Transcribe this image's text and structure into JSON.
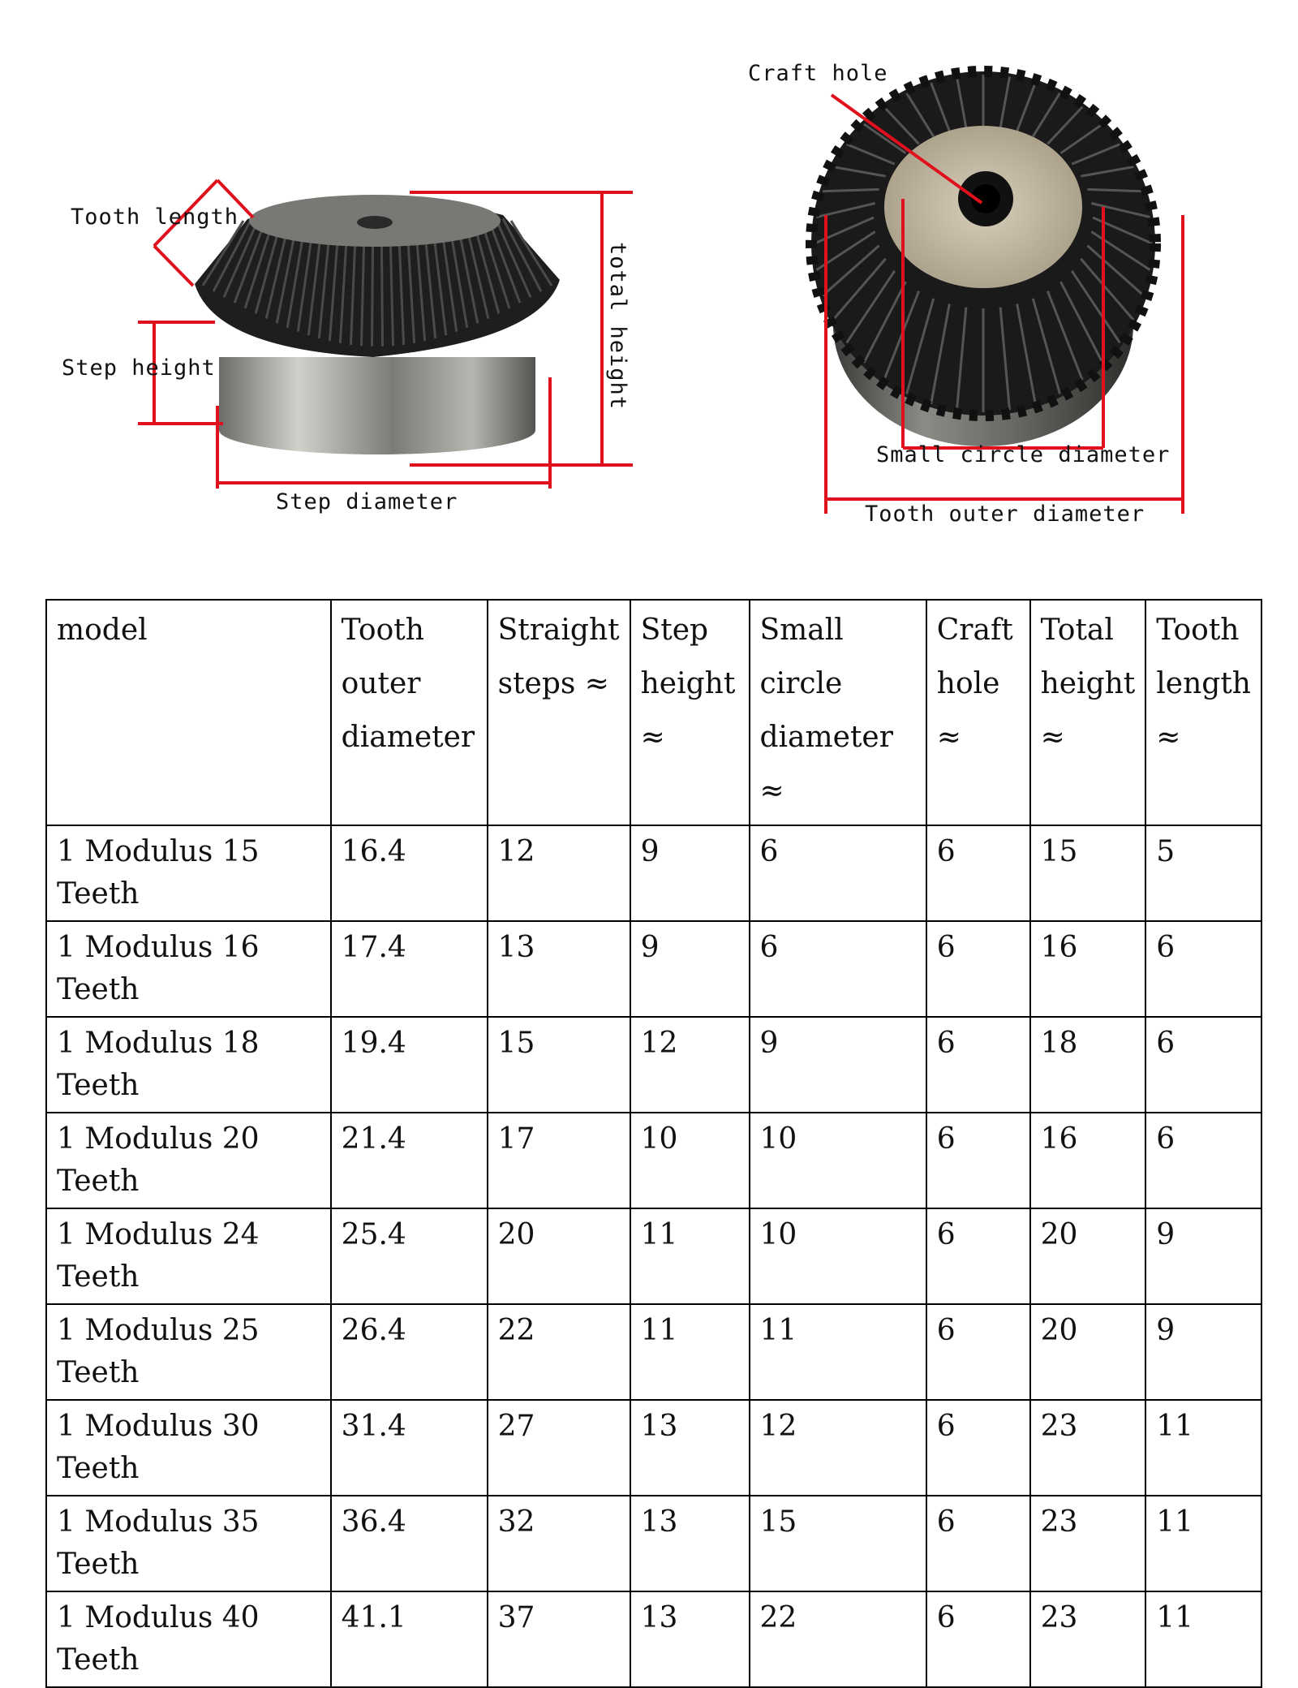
{
  "diagram": {
    "labels": {
      "tooth_length": "Tooth length",
      "step_height": "Step height",
      "total_height": "total height",
      "step_diameter": "Step diameter",
      "craft_hole": "Craft hole",
      "small_circle_diameter": "Small circle diameter",
      "tooth_outer_diameter": "Tooth outer diameter"
    },
    "colors": {
      "dimension_lines": "#e0101c",
      "gear_dark": "#1c1c1c",
      "gear_metal": "#8c8c88",
      "hub_face": "#c9bfa9"
    }
  },
  "table": {
    "headers": [
      "model",
      "Tooth outer diameter",
      "Straight steps ≈",
      "Step height ≈",
      "Small circle diameter ≈",
      "Craft hole ≈",
      "Total height ≈",
      "Tooth length ≈"
    ],
    "rows": [
      [
        "1 Modulus 15 Teeth",
        "16.4",
        "12",
        "9",
        "6",
        "6",
        "15",
        "5"
      ],
      [
        "1 Modulus 16 Teeth",
        "17.4",
        "13",
        "9",
        "6",
        "6",
        "16",
        "6"
      ],
      [
        "1 Modulus 18 Teeth",
        "19.4",
        "15",
        "12",
        "9",
        "6",
        "18",
        "6"
      ],
      [
        "1 Modulus 20 Teeth",
        "21.4",
        "17",
        "10",
        "10",
        "6",
        "16",
        "6"
      ],
      [
        "1 Modulus 24 Teeth",
        "25.4",
        "20",
        "11",
        "10",
        "6",
        "20",
        "9"
      ],
      [
        "1 Modulus 25 Teeth",
        "26.4",
        "22",
        "11",
        "11",
        "6",
        "20",
        "9"
      ],
      [
        "1 Modulus 30 Teeth",
        "31.4",
        "27",
        "13",
        "12",
        "6",
        "23",
        "11"
      ],
      [
        "1 Modulus 35 Teeth",
        "36.4",
        "32",
        "13",
        "15",
        "6",
        "23",
        "11"
      ],
      [
        "1 Modulus 40 Teeth",
        "41.1",
        "37",
        "13",
        "22",
        "6",
        "23",
        "11"
      ]
    ]
  }
}
